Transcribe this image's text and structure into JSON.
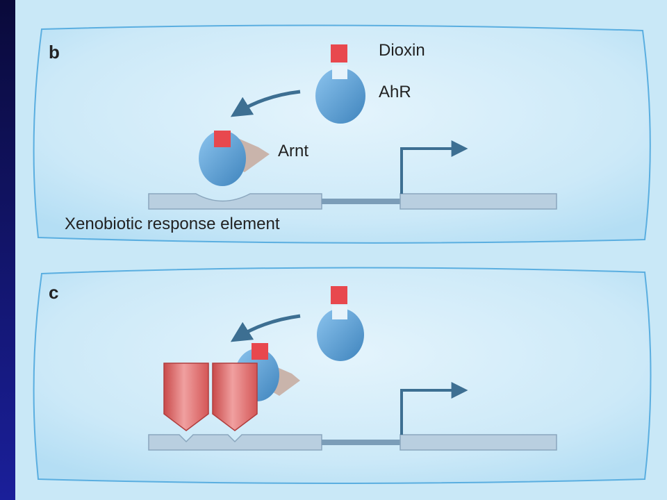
{
  "panel_b": {
    "letter": "b",
    "dioxin_label": "Dioxin",
    "ahr_label": "AhR",
    "arnt_label": "Arnt",
    "element_label": "Xenobiotic response element"
  },
  "panel_c": {
    "letter": "c"
  },
  "colors": {
    "background": "#c9e8f7",
    "sidebar": "#14147a",
    "panel_fill": "#cdeaf8",
    "panel_border": "#5aaee0",
    "dioxin": "#e8484e",
    "ahr": "#5b9fd6",
    "arnt": "#c9b4ab",
    "dna": "#b9cfe0",
    "arrow": "#3d6f92",
    "blocker": "#e07070"
  }
}
